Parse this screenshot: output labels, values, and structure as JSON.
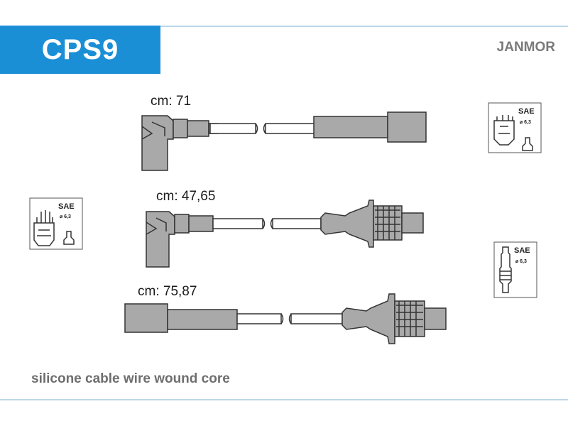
{
  "header": {
    "code": "CPS9",
    "brand": "JANMOR"
  },
  "cables": [
    {
      "label": "cm: 71"
    },
    {
      "label": "cm: 47,65"
    },
    {
      "label": "cm: 75,87"
    }
  ],
  "connectors": {
    "top_right": {
      "standard": "SAE",
      "size": "⌀ 6,3",
      "icon": "distributor-cap-icon"
    },
    "left": {
      "standard": "SAE",
      "size": "⌀ 6,3",
      "icon": "distributor-cap-icon"
    },
    "right": {
      "standard": "SAE",
      "size": "⌀ 6,3",
      "icon": "spark-plug-icon"
    }
  },
  "footer": {
    "description": "silicone cable wire wound core"
  },
  "colors": {
    "accent": "#1a8fd6",
    "part_fill": "#a9a9a9",
    "outline": "#333333"
  }
}
